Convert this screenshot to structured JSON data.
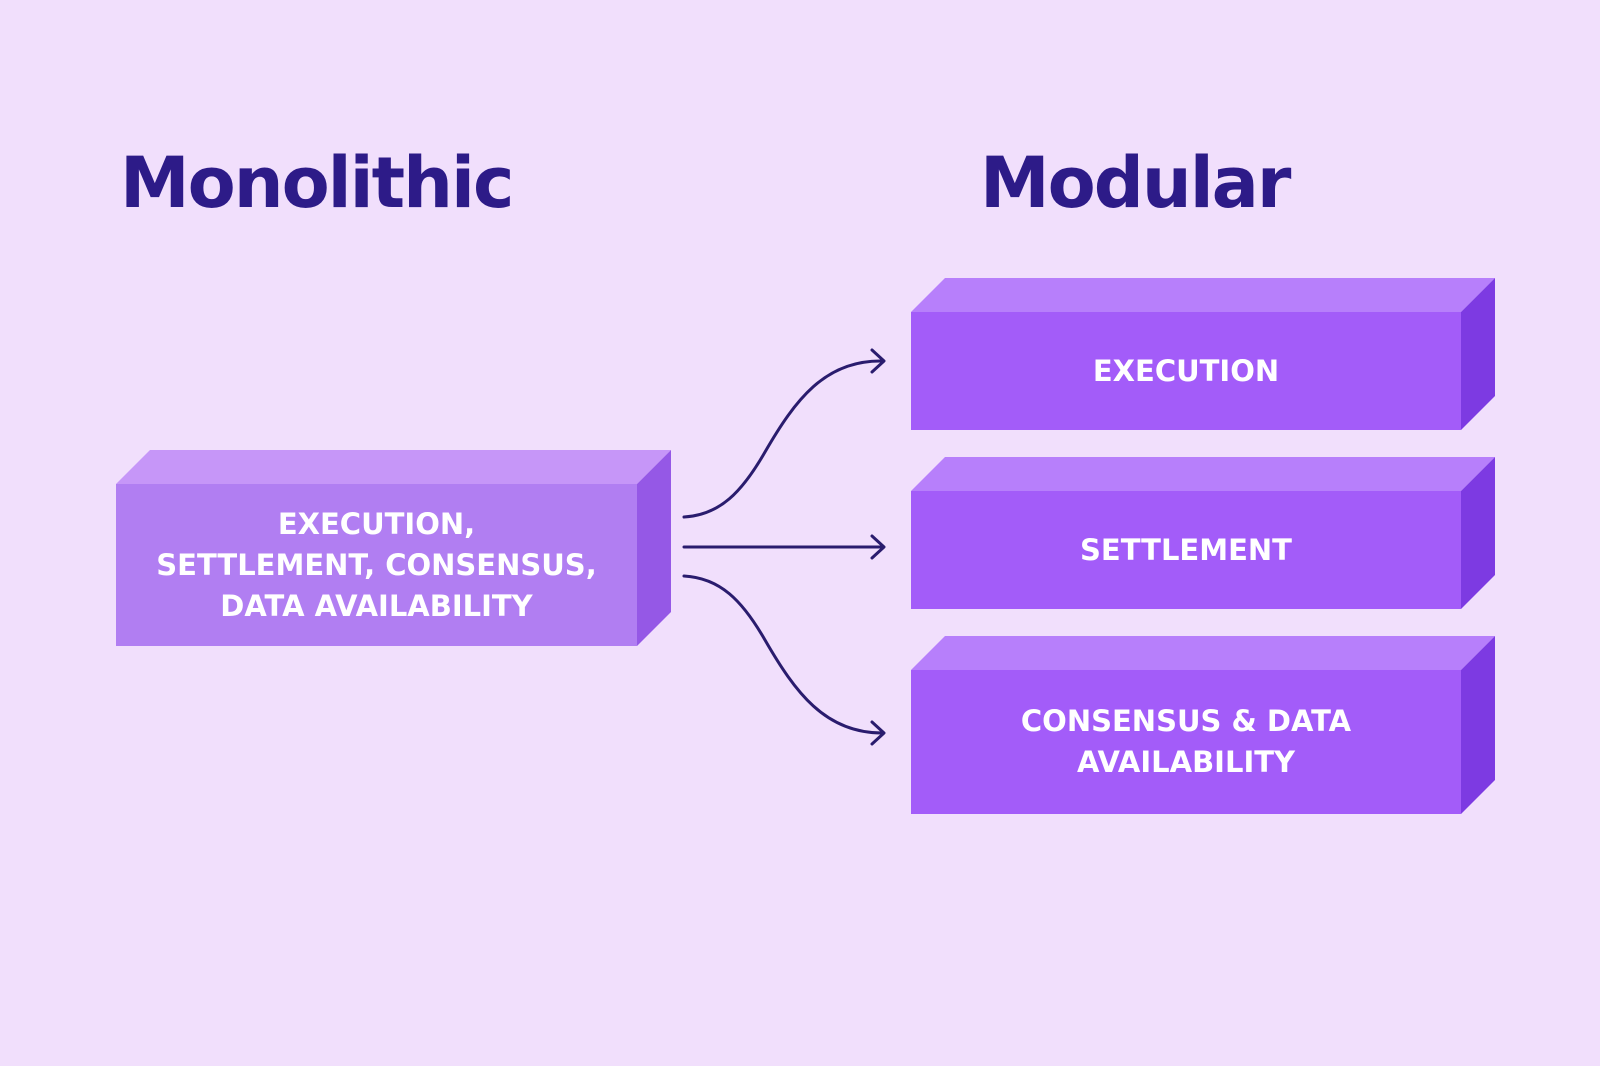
{
  "colors": {
    "background": "#f1dffc",
    "heading": "#2d1b88",
    "arrow": "#2a1c6e",
    "monolithic_front": "#b17ef2",
    "monolithic_top": "#c696f8",
    "monolithic_side": "#9558e6",
    "modular_front": "#a35cf9",
    "modular_top": "#b77ffb",
    "modular_side": "#7d3ae2"
  },
  "headings": {
    "monolithic": "Monolithic",
    "modular": "Modular"
  },
  "monolithic_block": {
    "lines": [
      "EXECUTION,",
      "SETTLEMENT, CONSENSUS,",
      "DATA AVAILABILITY"
    ]
  },
  "modular_blocks": [
    {
      "lines": [
        "EXECUTION"
      ]
    },
    {
      "lines": [
        "SETTLEMENT"
      ]
    },
    {
      "lines": [
        "CONSENSUS & DATA",
        "AVAILABILITY"
      ]
    }
  ],
  "arrows": [
    {
      "from": "monolithic-block",
      "to": "execution-block",
      "icon": "arrowhead-icon"
    },
    {
      "from": "monolithic-block",
      "to": "settlement-block",
      "icon": "arrowhead-icon"
    },
    {
      "from": "monolithic-block",
      "to": "consensus-da-block",
      "icon": "arrowhead-icon"
    }
  ]
}
